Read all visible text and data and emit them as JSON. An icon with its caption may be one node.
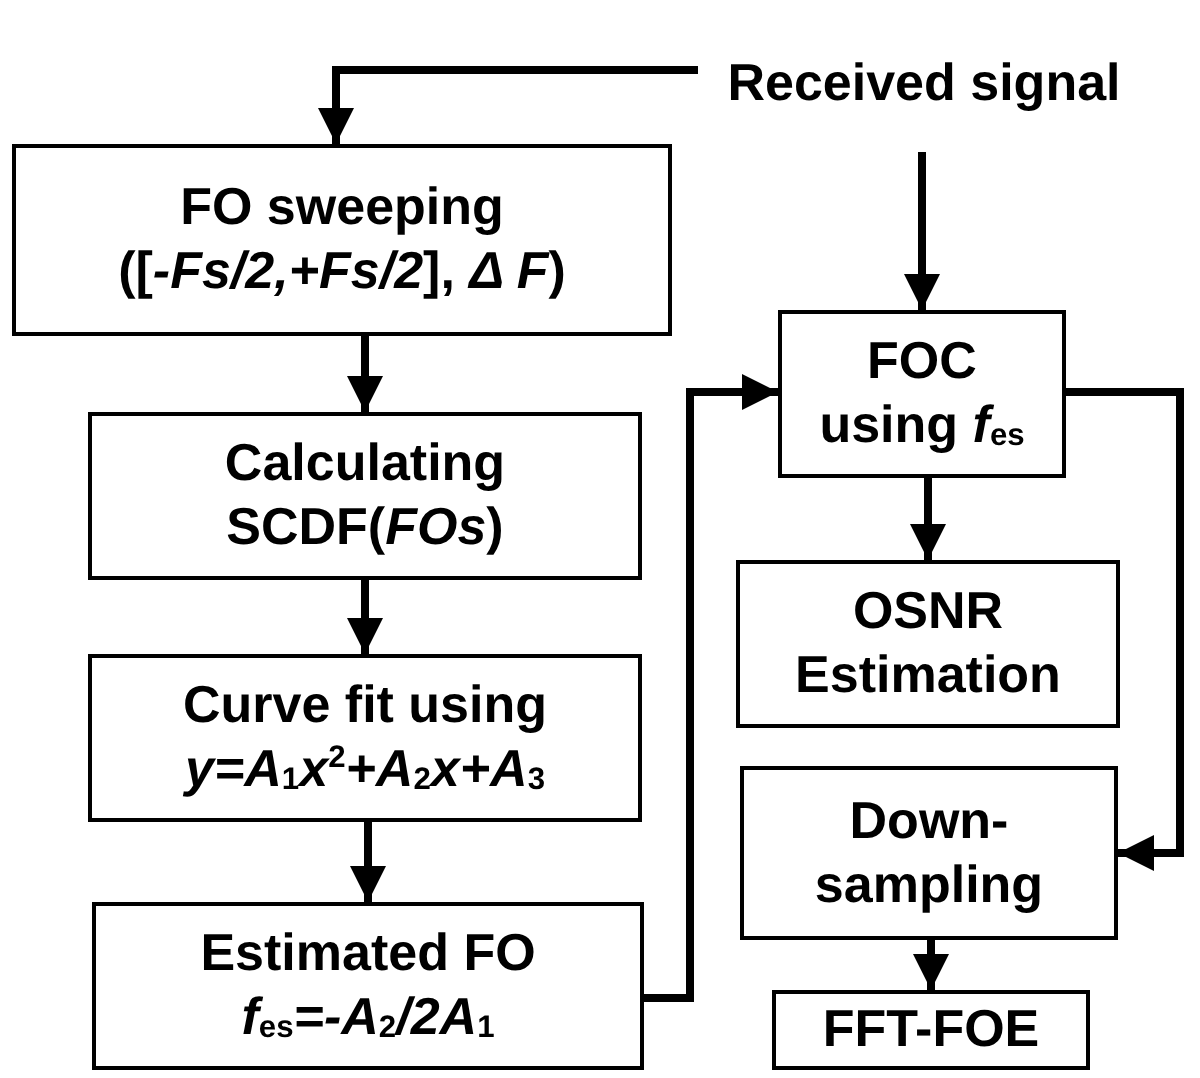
{
  "diagram": {
    "nodes": [
      {
        "text": [
          "Received signal"
        ]
      },
      {
        "text": [
          "FO sweeping ([*-Fs/2,+Fs/2*], *Δ F*)"
        ]
      },
      {
        "text": [
          "Calculating SCDF(*FOs*)"
        ]
      },
      {
        "text": [
          "Curve fit using *y=A*$_{1}$*x*$^{2}$*+A*$_{2}$*x+A*$_{3}$"
        ]
      },
      {
        "text": [
          "Estimated FO *f*$_{es}$*=-A*$_{2}$*/2A*$_{1}$"
        ]
      },
      {
        "text": [
          "FOC using *f*$_{es}$"
        ]
      },
      {
        "text": [
          "OSNR Estimation"
        ]
      },
      {
        "text": [
          "Down-sampling"
        ]
      },
      {
        "text": [
          "FFT-FOE"
        ]
      }
    ],
    "edges": [
      {
        "from": 0,
        "to": 1,
        "arrow": "to"
      },
      {
        "from": 0,
        "to": 5,
        "arrow": "to"
      },
      {
        "from": 1,
        "to": 2,
        "arrow": "to"
      },
      {
        "from": 2,
        "to": 3,
        "arrow": "to"
      },
      {
        "from": 3,
        "to": 4,
        "arrow": "to"
      },
      {
        "from": 4,
        "to": 5,
        "arrow": "to"
      },
      {
        "from": 5,
        "to": 6,
        "arrow": "to"
      },
      {
        "from": 5,
        "to": 7,
        "arrow": "to"
      },
      {
        "from": 7,
        "to": 8,
        "arrow": "to"
      }
    ]
  }
}
